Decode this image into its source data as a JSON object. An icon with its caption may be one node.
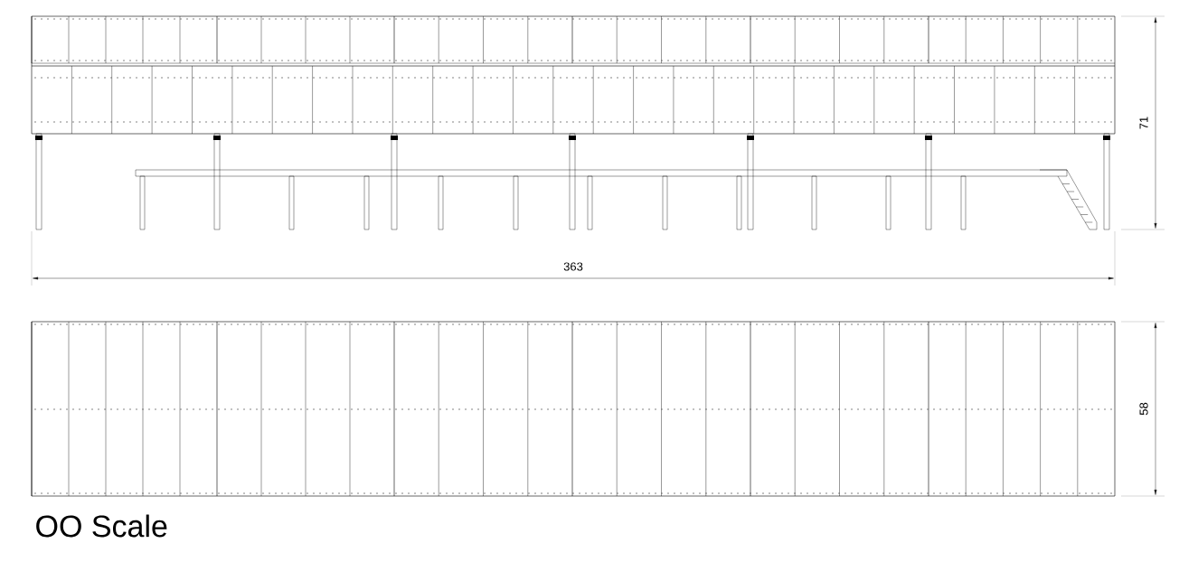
{
  "diagram": {
    "caption": "OO Scale",
    "labels": [
      "71",
      "363",
      "58"
    ]
  }
}
